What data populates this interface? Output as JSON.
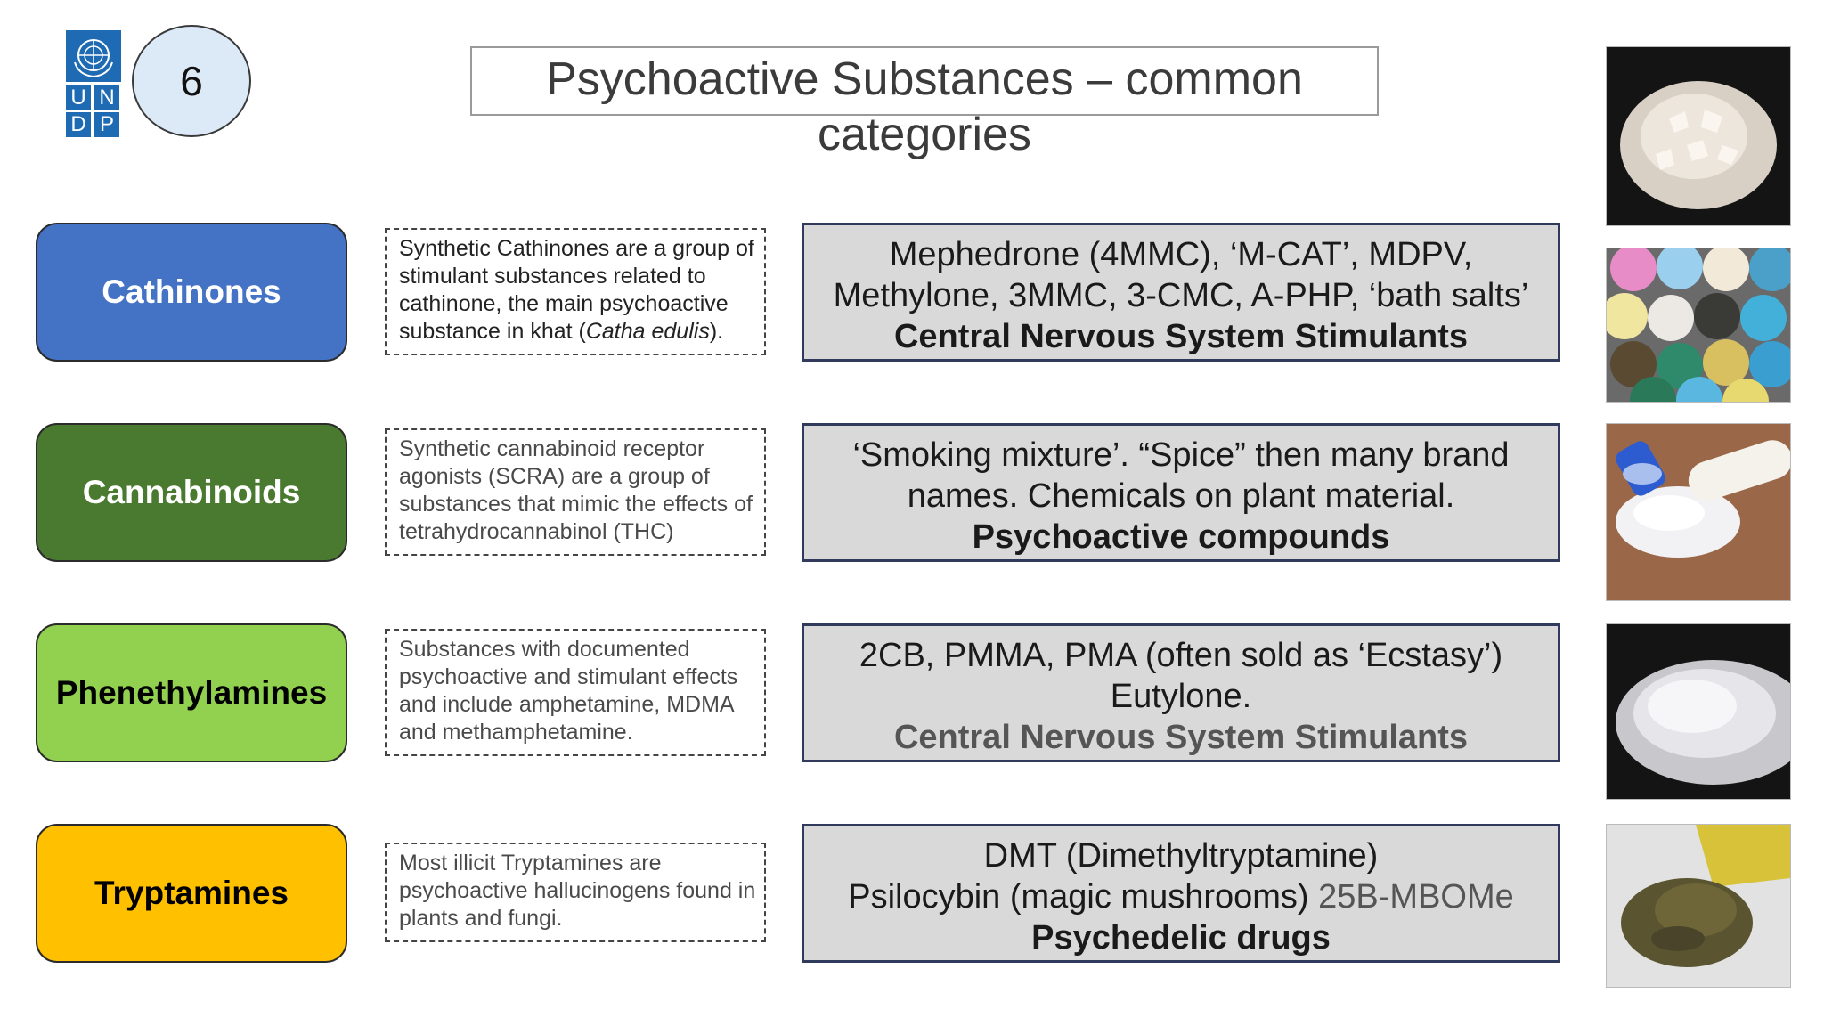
{
  "logo": {
    "letters": [
      "U",
      "N",
      "D",
      "P"
    ]
  },
  "slide_number": "6",
  "title": "Psychoactive Substances – common categories",
  "rows": [
    {
      "category": "Cathinones",
      "color": "#4472c4",
      "text_color": "#ffffff",
      "definition_parts": [
        "Synthetic Cathinones are a group of stimulant substances related to cathinone, the main psychoactive substance in khat (",
        "Catha edulis",
        ")."
      ],
      "examples_line1": "Mephedrone (4MMC), ‘M-CAT’, MDPV,",
      "examples_line2": "Methylone, 3MMC, 3-CMC, A-PHP, ‘bath salts’",
      "effect": "Central Nervous System Stimulants"
    },
    {
      "category": "Cannabinoids",
      "color": "#4a7a30",
      "text_color": "#ffffff",
      "definition": "Synthetic cannabinoid receptor agonists (SCRA) are a group of substances that mimic the effects of tetrahydrocannabinol (THC)",
      "examples_line1": "‘Smoking mixture’. “Spice” then many brand",
      "examples_line2": "names. Chemicals on plant material.",
      "effect": "Psychoactive compounds"
    },
    {
      "category": "Phenethylamines",
      "color": "#92d050",
      "text_color": "#000000",
      "definition": "Substances with documented psychoactive and stimulant effects and include amphetamine, MDMA and methamphetamine.",
      "examples_line1": "2CB, PMMA, PMA (often sold as ‘Ecstasy’)",
      "examples_line2": "Eutylone.",
      "effect": "Central Nervous System Stimulants"
    },
    {
      "category": "Tryptamines",
      "color": "#ffc000",
      "text_color": "#000000",
      "definition": "Most illicit Tryptamines are psychoactive hallucinogens found in plants and fungi.",
      "examples_line1": "DMT (Dimethyltryptamine)",
      "examples_line2a": "Psilocybin (magic mushrooms) ",
      "examples_line2b": "25B-MBOMe",
      "effect": "Psychedelic drugs"
    }
  ]
}
